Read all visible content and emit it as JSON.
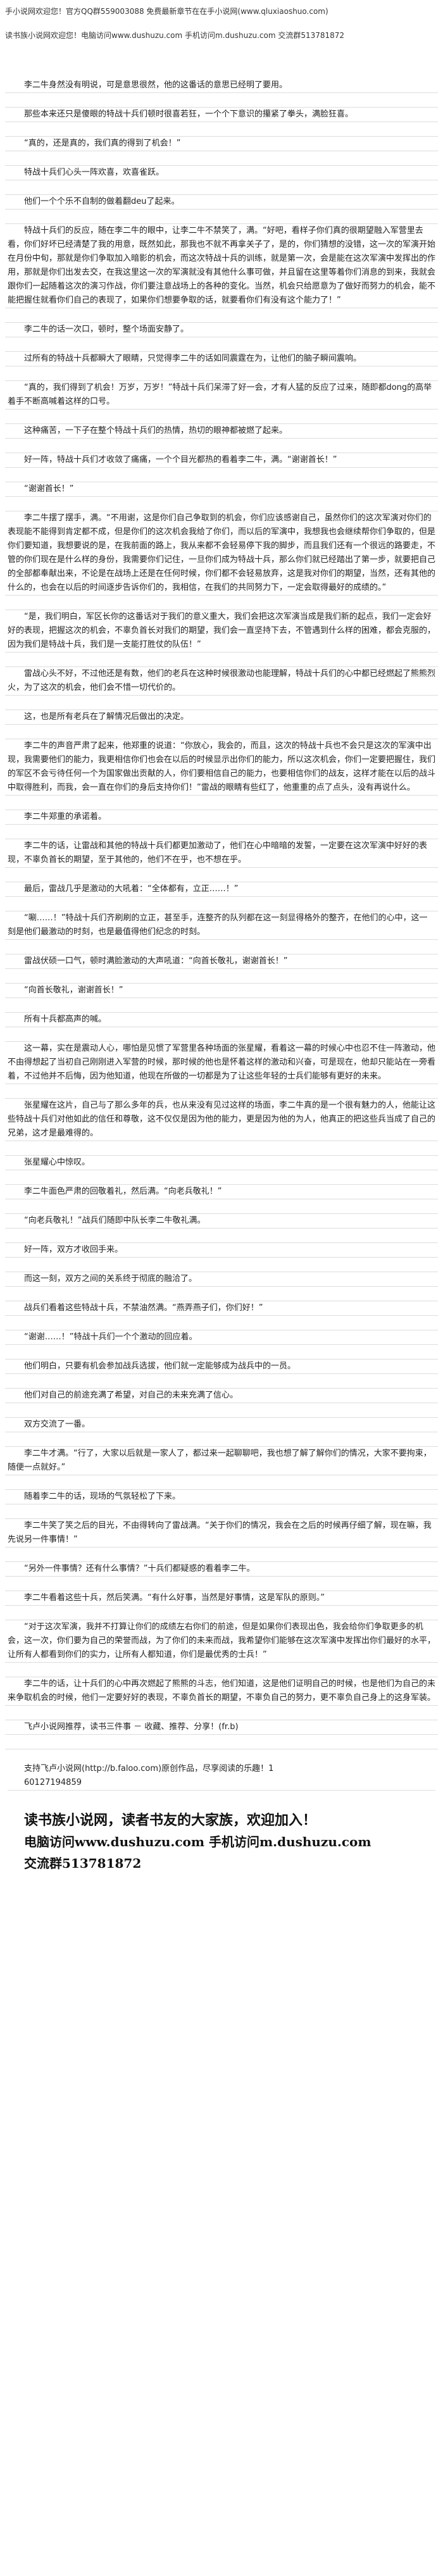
{
  "header": {
    "line1": "手小说网欢迎您！官方QQ群559003088 免费最新章节在在手小说网(www.qluxiaoshuo.com)",
    "line2": "读书族小说网欢迎您！电脑访问www.dushuzu.com 手机访问m.dushuzu.com 交流群513781872"
  },
  "paragraphs": [
    "李二牛身然没有明说，可是意思很然，他的这番话的意思已经明了要用。",
    "那些本来还只是傻眼的特战十兵们顿时很喜若狂，一个个下意识的攥紧了拳头，满脸狂喜。",
    "“真的，还是真的，我们真的得到了机会！”",
    "特战十兵们心头一阵欢喜，欢喜雀跃。",
    "他们一个个乐不自制的做着翻deu了起来。",
    "特战十兵们的反应，随在李二牛的眼中，让李二牛不禁笑了，满。“好吧，看样子你们真的很期望融入军营里去看，你们好坏已经清楚了我的用意，既然如此，那我也不就不再拿关子了，是的，你们猜想的没错，这一次的军演开始在月份中旬，那就是你们争取加入暗影的机会，而这次特战十兵的训练，就是第一次，会是能在这次军演中发挥出的作用，那就是你们出发去交，在我这里这一次的军演就没有其他什么事可做，并且留在这里等着你们消息的到来，我就会跟你们一起随着这次的演习作战，你们要注意战场上的各种的变化。当然，机会只给愿意为了做好而努力的机会，能不能把握住就看你们自己的表现了，如果你们想要争取的话，就要看你们有没有这个能力了！”",
    "李二牛的话一次口，顿时，整个场面安静了。",
    "过所有的特战十兵都瞬大了眼睛，只觉得李二牛的话如同震霆在为，让他们的脑子瞬间震响。",
    "“真的，我们得到了机会！万岁，万岁！”特战十兵们呆滞了好一会，才有人猛的反应了过来，随即都dong的高举着手不断高喊着这样的口号。",
    "这种痛苦，一下子在整个特战十兵们的热情，热切的眼神都被燃了起来。",
    "好一阵，特战十兵们才收敛了痛痛，一个个目光都热的看着李二牛，满。“谢谢首长！”",
    "“谢谢首长！”",
    "李二牛摆了摆手，满。“不用谢，这是你们自己争取到的机会，你们应该感谢自己，虽然你们的这次军演对你们的表现能不能得到肯定都不成，但是你们的这次机会我给了你们，而以后的军演中，我想我也会继续帮你们争取的，但是你们要知道，我想要说的是，在我前面的路上，我从来都不会轻易停下我的脚步，而且我们还有一个很远的路要走，不管的你们现在是什么样的身份，我需要你们记住，一旦你们成为特战十兵，那么你们就已经踏出了第一步，就要把自己的全部都奉献出来，不论是在战场上还是在任何时候，你们都不会轻易放弃，这是我对你们的期望，当然，还有其他的什么的，也会在以后的时间逐步告诉你们的，我相信，在我们的共同努力下，一定会取得最好的成绩的。”",
    "“是，我们明白，军区长你的这番话对于我们的意义重大，我们会把这次军演当成是我们新的起点，我们一定会好好的表现，把握这次的机会，不辜负首长对我们的期望，我们会一直坚持下去，不管遇到什么样的困难，都会克服的，因为我们是特战十兵，我们是一支能打胜仗的队伍！”",
    "雷战心头不好，不过他还是有数，他们的老兵在这种时候很激动也能理解，特战十兵们的心中都已经燃起了熊熊烈火，为了这次的机会，他们会不惜一切代价的。",
    "这，也是所有老兵在了解情况后做出的决定。",
    "李二牛的声音严肃了起来，他郑重的说道：“你放心，我会的，而且，这次的特战十兵也不会只是这次的军演中出现，我需要他们的能力，我更相信你们也会在以后的时候显示出你们的能力，所以这次机会，你们一定要把握住，我们的军区不会亏待任何一个为国家做出贡献的人，你们要相信自己的能力，也要相信你们的战友，这样才能在以后的战斗中取得胜利，而我，会一直在你们的身后支持你们！”雷战的眼睛有些红了，他重重的点了点头，没有再说什么。",
    "李二牛郑重的承诺着。",
    "李二牛的话，让雷战和其他的特战十兵们都更加激动了，他们在心中暗暗的发誓，一定要在这次军演中好好的表现，不辜负首长的期望，至于其他的，他们不在乎，也不想在乎。",
    "最后，雷战几乎是激动的大吼着：“全体都有，立正……！”",
    "“唰……！”特战十兵们齐刷刷的立正，甚至手，连整齐的队列都在这一刻显得格外的整齐，在他们的心中，这一刻是他们最激动的时刻，也是最值得他们纪念的时刻。",
    "雷战伏硕一口气，顿时满脸激动的大声吼道：“向首长敬礼，谢谢首长！”",
    "“向首长敬礼，谢谢首长！”",
    "所有十兵都高声的喊。",
    "这一幕，实在是震动人心，哪怕是见惯了军营里各种场面的张星耀，看着这一幕的时候心中也忍不住一阵激动，他不由得想起了当初自己刚刚进入军营的时候，那时候的他也是怀着这样的激动和兴奋，可是现在，他却只能站在一旁看着，不过他并不后悔，因为他知道，他现在所做的一切都是为了让这些年轻的士兵们能够有更好的未来。",
    "张星耀在这片，自己与了那么多年的兵，也从来没有见过这样的场面，李二牛真的是一个很有魅力的人，他能让这些特战十兵们对他如此的信任和尊敬，这不仅仅是因为他的能力，更是因为他的为人，他真正的把这些兵当成了自己的兄弟，这才是最难得的。",
    "张星耀心中惊叹。",
    "李二牛面色严肃的回敬着礼，然后满。“向老兵敬礼！”",
    "“向老兵敬礼！”战兵们随即中队长李二牛敬礼满。",
    "好一阵，双方才收回手来。",
    "而这一刻，双方之间的关系终于彻底的融洽了。",
    "战兵们看着这些特战十兵，不禁油然满。“燕弄燕子们，你们好！”",
    "“谢谢……！”特战十兵们一个个激动的回应着。",
    "他们明白，只要有机会参加战兵选拔，他们就一定能够成为战兵中的一员。",
    "他们对自己的前途充满了希望，对自己的未来充满了信心。",
    "双方交流了一番。",
    "李二牛才满。“行了，大家以后就是一家人了，都过来一起聊聊吧，我也想了解了解你们的情况，大家不要拘束，随便一点就好。”",
    "随着李二牛的话，现场的气氛轻松了下来。",
    "李二牛笑了笑之后的目光，不由得转向了雷战满。“关于你们的情况，我会在之后的时候再仔细了解，现在嘛，我先说另一件事情！”",
    "“另外一件事情？还有什么事情？”十兵们都疑惑的看着李二牛。",
    "李二牛看着这些十兵，然后笑满。“有什么好事，当然是好事情，这是军队的原则。”",
    "“对于这次军演，我并不打算让你们的成绩左右你们的前途，但是如果你们表现出色，我会给你们争取更多的机会，这一次，你们要为自己的荣誉而战，为了你们的未来而战，我希望你们能够在这次军演中发挥出你们最好的水平，让所有人都看到你们的实力，让所有人都知道，你们是最优秀的士兵！”",
    "李二牛的话，让十兵们的心中再次燃起了熊熊的斗志，他们知道，这是他们证明自己的时候，也是他们为自己的未来争取机会的时候，他们一定要好好的表现，不辜负首长的期望，不辜负自己的努力，更不辜负自己身上的这身军装。",
    "飞卢小说网推荐，读书三件事 － 收藏、推荐、分享！(fr.b)"
  ],
  "footer": {
    "link_line": "支持飞卢小说网(http://b.faloo.com)原创作品，尽享阅读的乐趣！1",
    "num_line": "60127194859"
  },
  "promo": {
    "title": "读书族小说网，读者书友的大家族，欢迎加入！",
    "line1": "电脑访问www.dushuzu.com 手机访问m.dushuzu.com",
    "line2": "交流群513781872"
  }
}
